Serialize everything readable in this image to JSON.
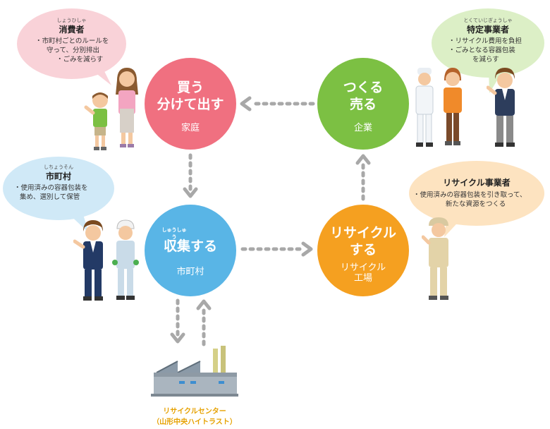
{
  "nodes": {
    "household": {
      "main1": "買う",
      "main2": "分けて出す",
      "sub": "家庭",
      "color": "#f07080"
    },
    "company": {
      "main1": "つくる",
      "main2": "売る",
      "sub": "企業",
      "color": "#7cc043"
    },
    "municipality": {
      "ruby": "しゅうしゅう",
      "main": "収集する",
      "sub": "市町村",
      "color": "#59b5e6"
    },
    "recycler": {
      "main1": "リサイクル",
      "main2": "する",
      "sub1": "リサイクル",
      "sub2": "工場",
      "color": "#f5a020"
    }
  },
  "bubbles": {
    "consumer": {
      "ruby": "しょうひしゃ",
      "title": "消費者",
      "lines": [
        "・市町村ごとのルールを",
        "守って、分別排出",
        "・ごみを減らす"
      ],
      "color": "#f9d2d8"
    },
    "specified_business": {
      "ruby": "とくていじぎょうしゃ",
      "title": "特定事業者",
      "lines": [
        "・リサイクル費用を負担",
        "・ごみとなる容器包装",
        "を減らす"
      ],
      "color": "#dcefc6"
    },
    "municipality": {
      "ruby": "しちょうそん",
      "title": "市町村",
      "lines": [
        "・使用済みの容器包装を",
        "集め、選別して保管"
      ],
      "color": "#d0e9f7"
    },
    "recycling_business": {
      "title": "リサイクル事業者",
      "lines": [
        "・使用済みの容器包装を引き取って、",
        "新たな資源をつくる"
      ],
      "color": "#fde3c0"
    }
  },
  "facility": {
    "line1": "リサイクルセンター",
    "line2": "（山形中央ハイトラスト）"
  },
  "colors": {
    "arrow": "#a8a8a8"
  }
}
